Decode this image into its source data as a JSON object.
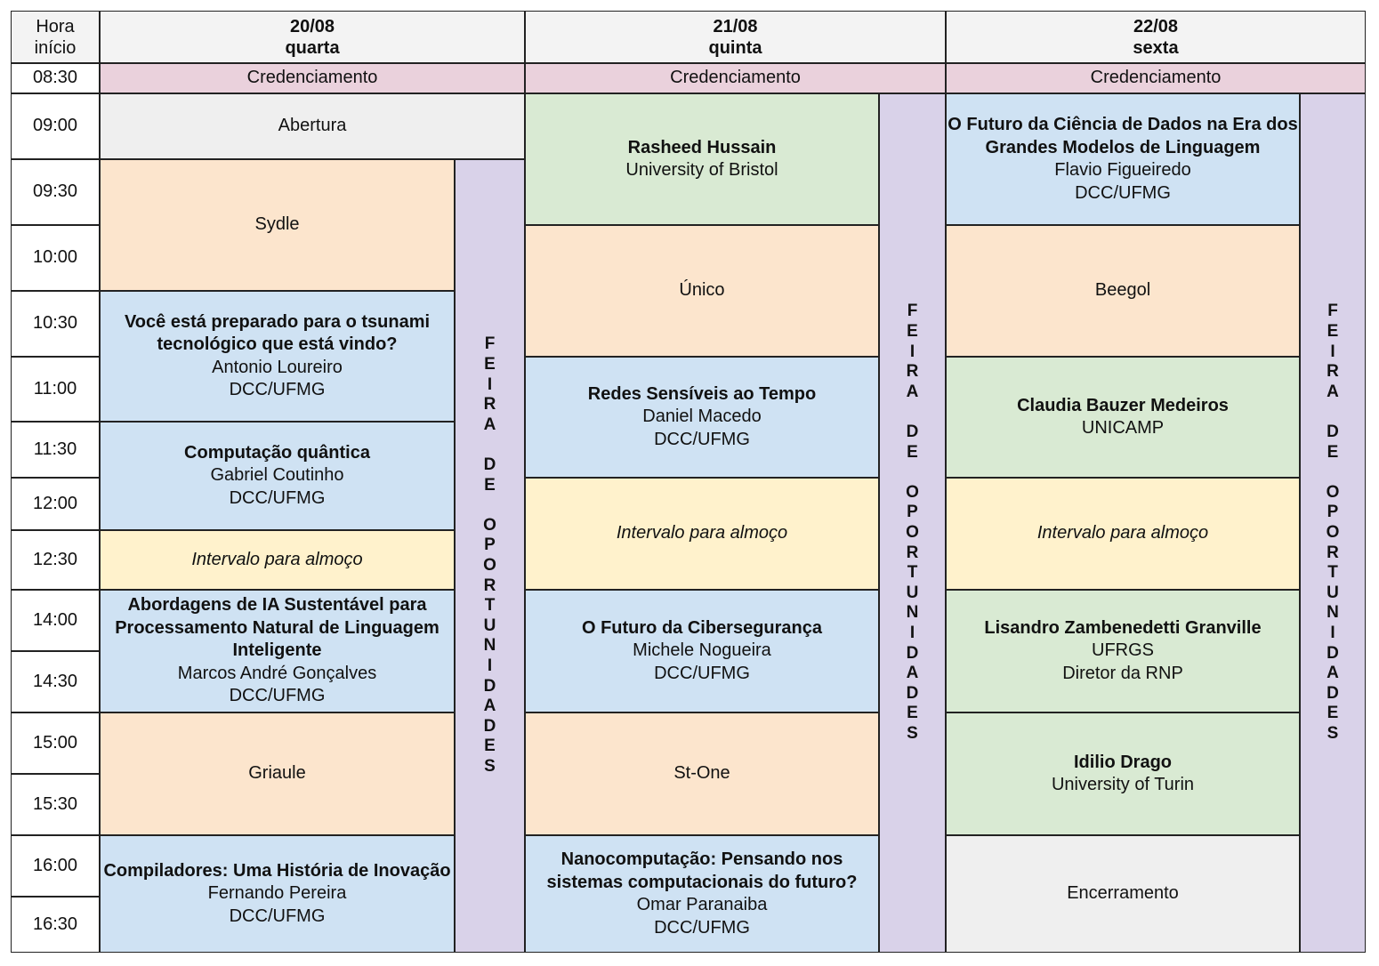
{
  "header": {
    "time": [
      "Hora",
      "início"
    ],
    "days": [
      {
        "date": "20/08",
        "weekday": "quarta"
      },
      {
        "date": "21/08",
        "weekday": "quinta"
      },
      {
        "date": "22/08",
        "weekday": "sexta"
      }
    ]
  },
  "times": [
    "08:30",
    "09:00",
    "09:30",
    "10:00",
    "10:30",
    "11:00",
    "11:30",
    "12:00",
    "12:30",
    "14:00",
    "14:30",
    "15:00",
    "15:30",
    "16:00",
    "16:30"
  ],
  "colors": {
    "credenciamento": "#ead1dc",
    "abertura_encerramento": "#efefef",
    "empresa": "#fce5cd",
    "palestra_dcc": "#cfe2f3",
    "palestra_externa": "#d9ead3",
    "almoco": "#fff2cc",
    "feira": "#d9d2e9"
  },
  "feira_label": "FEIRA DE OPORTUNIDADES",
  "events": [
    {
      "lines": [
        "Credenciamento"
      ]
    },
    {
      "lines": [
        "Credenciamento"
      ]
    },
    {
      "lines": [
        "Credenciamento"
      ]
    },
    {
      "lines": [
        "Abertura"
      ]
    },
    {
      "lines": [
        "Sydle"
      ]
    },
    {
      "title": "Você está preparado para o tsunami tecnológico que está vindo?",
      "lines": [
        "Antonio Loureiro",
        "DCC/UFMG"
      ]
    },
    {
      "title": "Computação quântica",
      "lines": [
        "Gabriel Coutinho",
        "DCC/UFMG"
      ]
    },
    {
      "italic": "Intervalo para almoço"
    },
    {
      "title": "Abordagens de IA Sustentável para Processamento Natural de Linguagem Inteligente",
      "lines": [
        "Marcos André Gonçalves",
        "DCC/UFMG"
      ]
    },
    {
      "lines": [
        "Griaule"
      ]
    },
    {
      "title": "Compiladores: Uma História de Inovação",
      "lines": [
        "Fernando Pereira",
        "DCC/UFMG"
      ]
    },
    {
      "title": "Rasheed Hussain",
      "lines": [
        "University of Bristol"
      ]
    },
    {
      "lines": [
        "Único"
      ]
    },
    {
      "title": "Redes Sensíveis ao Tempo",
      "lines": [
        "Daniel Macedo",
        "DCC/UFMG"
      ]
    },
    {
      "italic": "Intervalo para almoço"
    },
    {
      "title": "O Futuro da Cibersegurança",
      "lines": [
        "Michele Nogueira",
        "DCC/UFMG"
      ]
    },
    {
      "lines": [
        "St-One"
      ]
    },
    {
      "title": "Nanocomputação: Pensando nos sistemas computacionais do futuro?",
      "lines": [
        "Omar Paranaiba",
        "DCC/UFMG"
      ]
    },
    {
      "title": "O Futuro da Ciência de Dados na Era dos Grandes Modelos de Linguagem",
      "lines": [
        "Flavio Figueiredo",
        "DCC/UFMG"
      ]
    },
    {
      "lines": [
        "Beegol"
      ]
    },
    {
      "title": "Claudia Bauzer Medeiros",
      "lines": [
        "UNICAMP"
      ]
    },
    {
      "italic": "Intervalo para almoço"
    },
    {
      "title": "Lisandro Zambenedetti Granville",
      "lines": [
        "UFRGS",
        "Diretor da RNP"
      ]
    },
    {
      "title": "Idilio Drago",
      "lines": [
        "University of Turin"
      ]
    },
    {
      "lines": [
        "Encerramento"
      ]
    }
  ]
}
